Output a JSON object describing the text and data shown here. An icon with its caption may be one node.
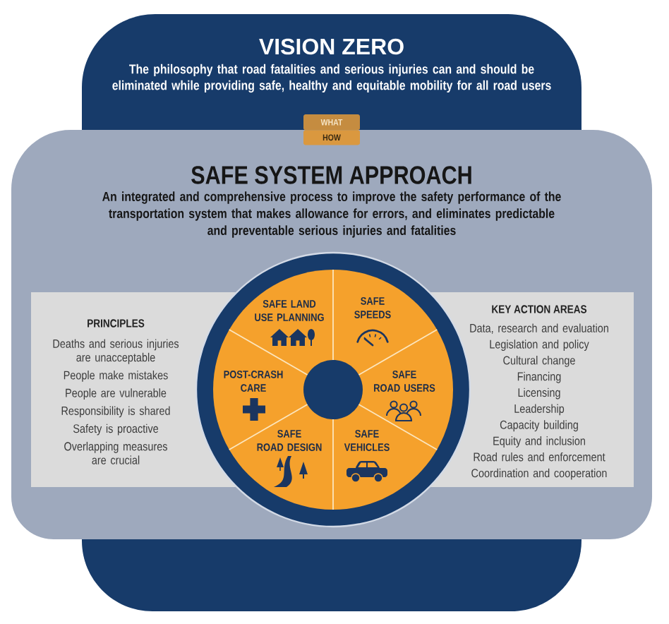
{
  "diagram": {
    "nodes": [
      {
        "text": [
          "VISION ZERO",
          "The philosophy that road fatalities and serious injuries can and should be eliminated while providing safe, healthy and equitable mobility for all road users"
        ]
      },
      {
        "text": [
          "SAFE SYSTEM APPROACH",
          "An integrated and comprehensive process to improve the safety performance of the transportation system that makes allowance for errors, and eliminates predictable and preventable serious injuries and fatalities"
        ]
      },
      {
        "text": [
          "WHAT"
        ],
        "in": 0
      },
      {
        "text": [
          "HOW"
        ]
      },
      {
        "text": [
          "PRINCIPLES",
          "Deaths and serious injuries are unacceptable",
          "People make mistakes",
          "People are vulnerable",
          "Responsibility is shared",
          "Safety is proactive",
          "Overlapping measures are crucial"
        ],
        "in": 1
      },
      {
        "text": [
          "KEY ACTION AREAS",
          "Data, research and evaluation",
          "Legislation and policy",
          "Cultural change",
          "Financing",
          "Licensing",
          "Leadership",
          "Capacity building",
          "Equity and inclusion",
          "Road rules and enforcement",
          "Coordination and cooperation"
        ],
        "in": 1
      },
      {
        "text": [],
        "shape": "circle"
      },
      {
        "text": [
          "SAFE LAND USE PLANNING"
        ],
        "in": 6
      },
      {
        "text": [
          "SAFE SPEEDS"
        ],
        "in": 6
      },
      {
        "text": [
          "POST-CRASH CARE"
        ]
      },
      {
        "text": [
          "SAFE ROAD USERS"
        ]
      },
      {
        "text": [
          "SAFE ROAD DESIGN"
        ],
        "in": 6
      },
      {
        "text": [
          "SAFE VEHICLES"
        ],
        "in": 6
      }
    ]
  }
}
